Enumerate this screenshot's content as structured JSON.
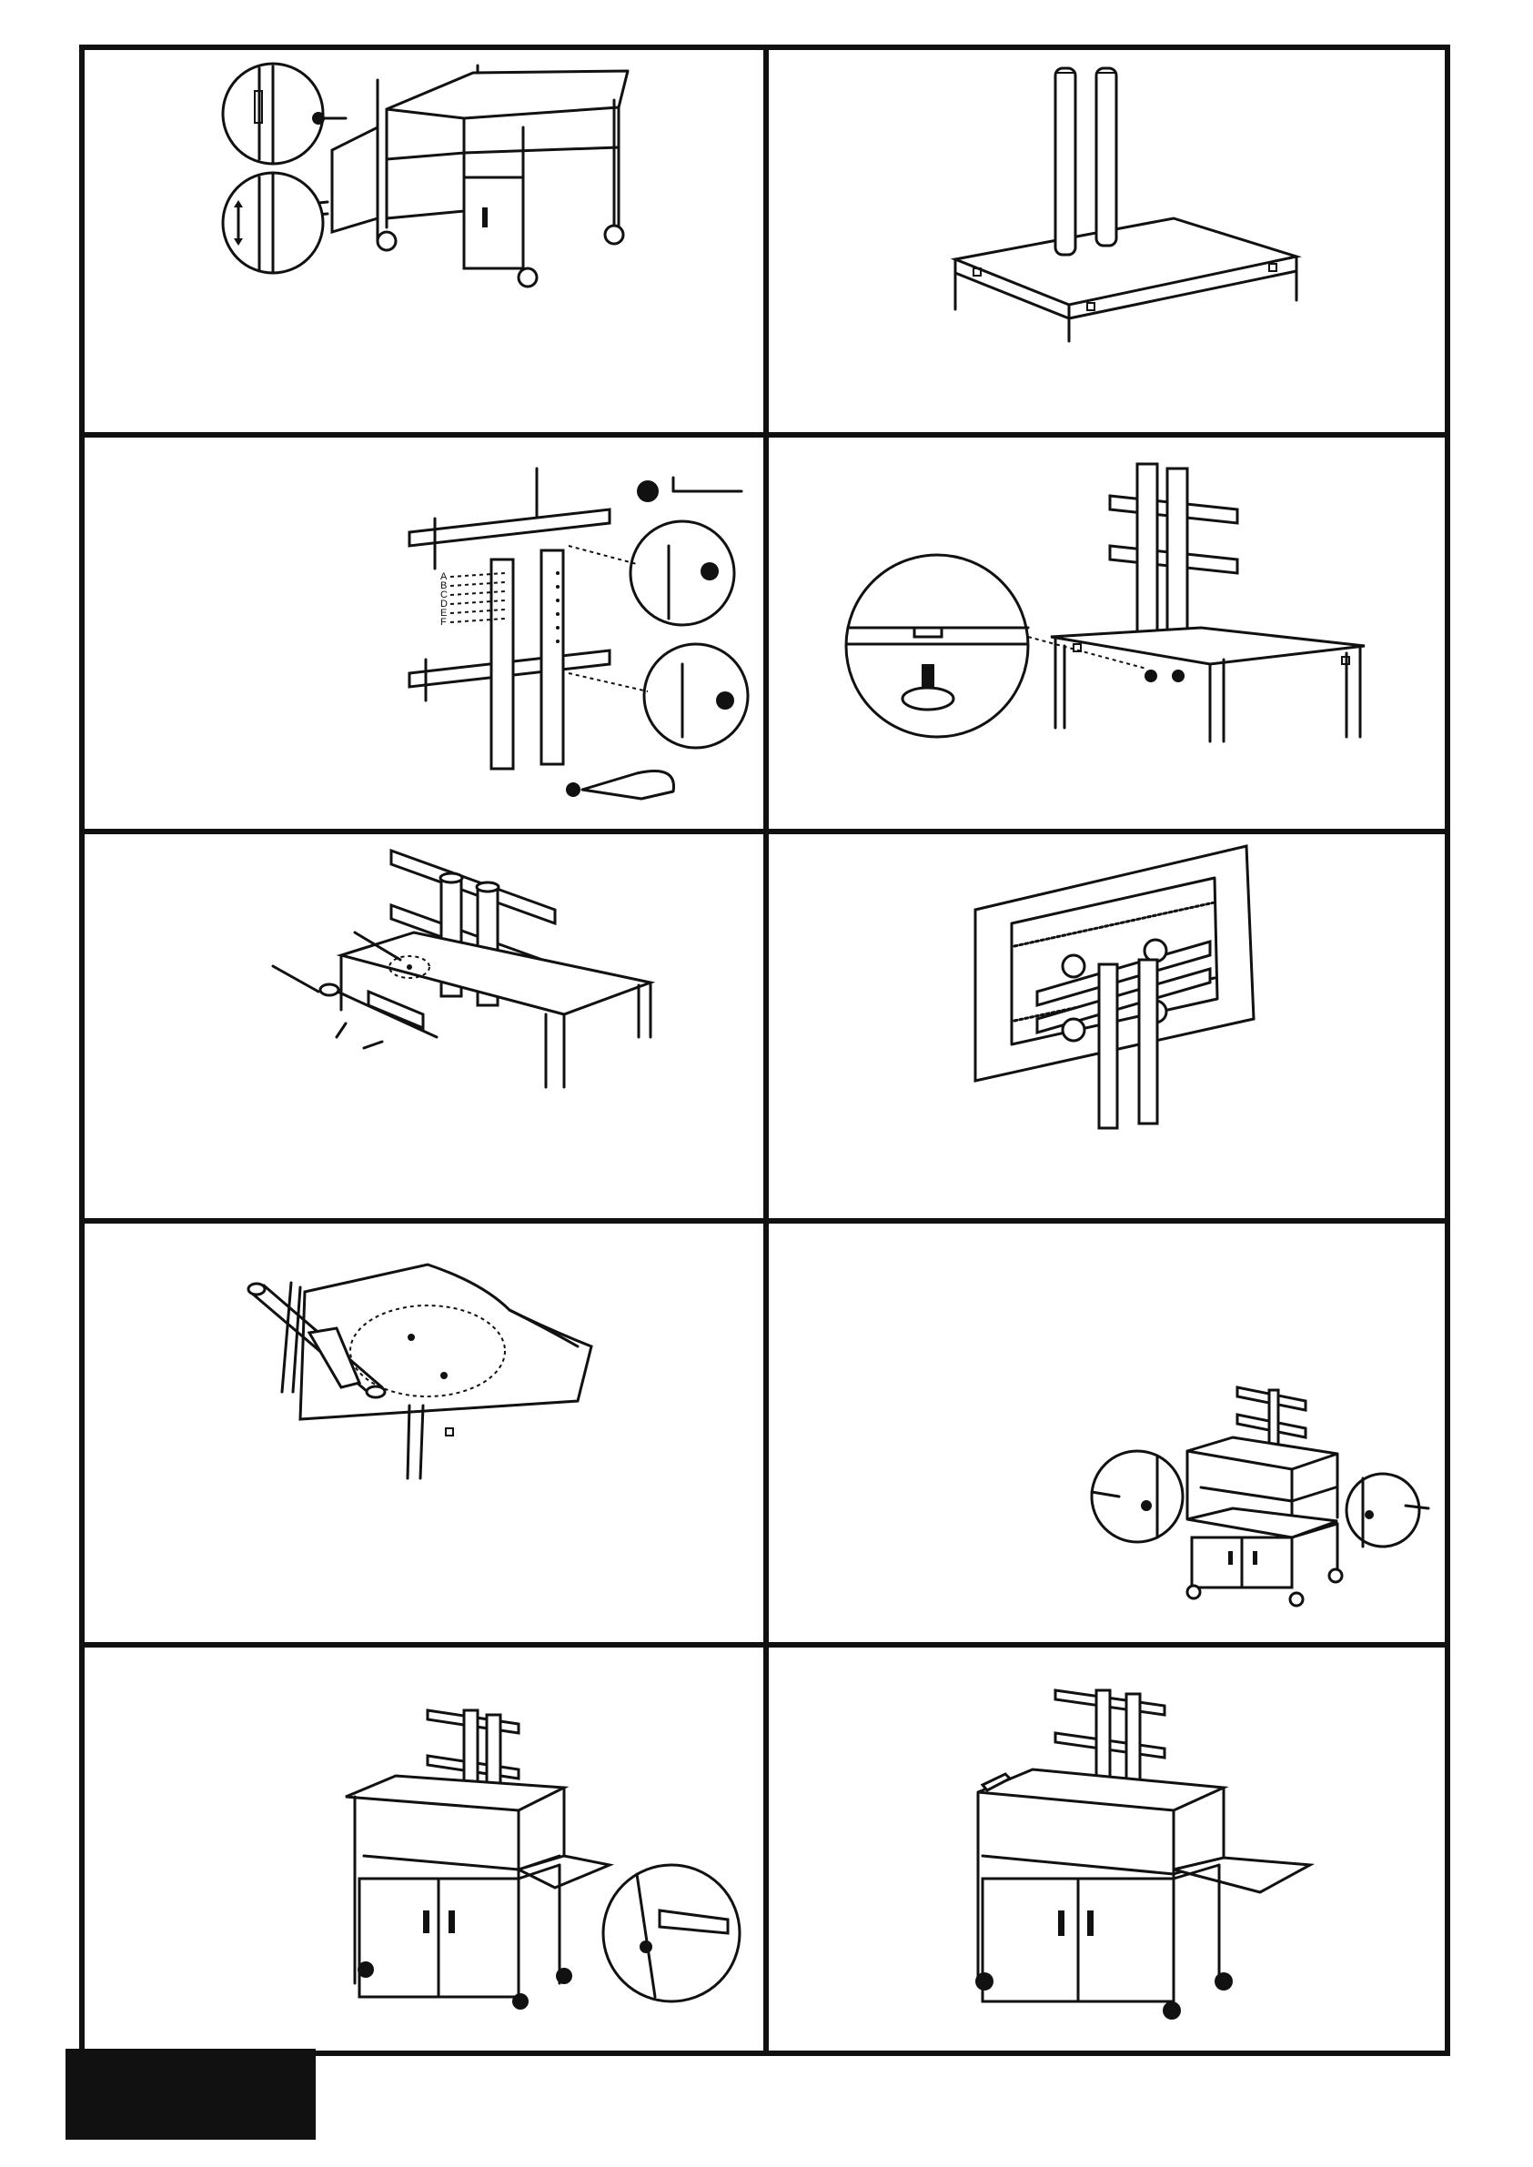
{
  "page": {
    "colors": {
      "ink": "#111111",
      "paper": "#ffffff",
      "footer_tab": "#0a0a0a"
    },
    "panels": [
      {
        "id": "step-1",
        "illustration": "cabinet-side-panel-screw"
      },
      {
        "id": "step-2",
        "illustration": "base-frame-with-columns"
      },
      {
        "id": "step-3",
        "illustration": "brackets-on-columns",
        "hole_labels": [
          "A",
          "B",
          "C",
          "D",
          "E",
          "F"
        ]
      },
      {
        "id": "step-4",
        "illustration": "columns-bolted-to-shelf"
      },
      {
        "id": "step-5",
        "illustration": "shelf-with-power-strip"
      },
      {
        "id": "step-6",
        "illustration": "display-mounted-to-brackets"
      },
      {
        "id": "step-7",
        "illustration": "handle-attached-under-shelf"
      },
      {
        "id": "step-8",
        "illustration": "top-unit-bolted-to-cart"
      },
      {
        "id": "step-9",
        "illustration": "slide-out-shelf-rail"
      },
      {
        "id": "step-10",
        "illustration": "finished-cart"
      }
    ]
  }
}
